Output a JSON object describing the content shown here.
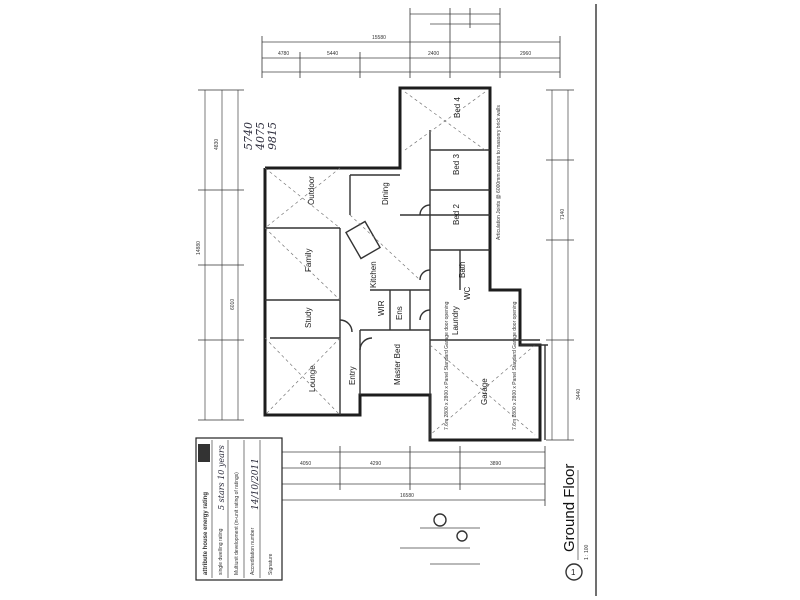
{
  "plan": {
    "title": "Ground Floor",
    "number": "1",
    "scale": "1 : 100"
  },
  "rooms": {
    "bed4": "Bed 4",
    "bed3": "Bed 3",
    "bed2": "Bed 2",
    "bath": "Bath",
    "wc": "WC",
    "laundry": "Laundry",
    "garage": "Garage",
    "master": "Master Bed",
    "ens": "Ens",
    "wir": "WIR",
    "entry": "Entry",
    "lounge": "Lounge",
    "study": "Study",
    "family": "Family",
    "dining": "Dining",
    "kitchen": "Kitchen",
    "outdoor": "Outdoor"
  },
  "handwritten_total": [
    "5740",
    "4075",
    "9815"
  ],
  "notes": {
    "articulation": "Articulation Joints @ 6000mm centres to masonry brick walls",
    "garage_door_left": "7.6m 2800 x 2800 x Panel Standard Garage door opening",
    "garage_door_right": "7.6m 2800 x 2800 x Panel Standard Garage door opening"
  },
  "stamp": {
    "heading": "attribute house energy rating",
    "line1": "single dwelling rating",
    "value1": "5 stars 10 years",
    "line2": "Multiunit development (in-unit rating of ratings)",
    "line3": "Accreditation number",
    "line4": "Signature",
    "date": "14/10/2011"
  },
  "dimensions": {
    "top1": "15580",
    "top2a": "4780",
    "top2b": "5440",
    "top2c": "2400",
    "top2d": "2960",
    "right1": "7140",
    "right2": "3440",
    "bottom1": "4050",
    "bottom2": "4290",
    "bottom3": "3890",
    "bottom4": "16580",
    "left1": "14880",
    "left2": "4830",
    "left3": "6010"
  }
}
